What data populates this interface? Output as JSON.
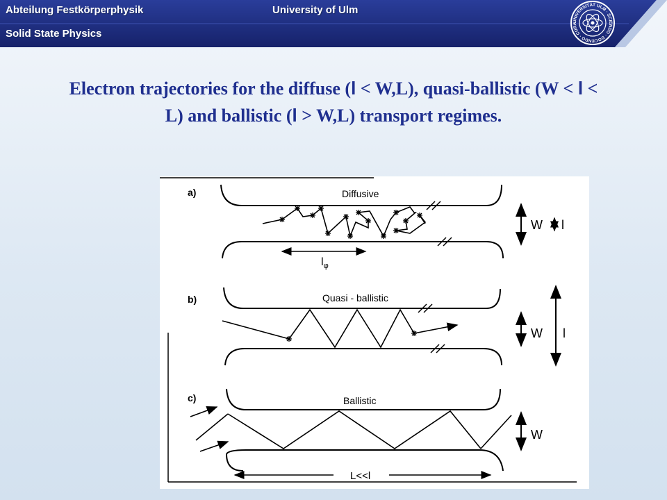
{
  "header": {
    "department": "Abteilung Festkörperphysik",
    "subdepartment": "Solid State Physics",
    "university": "University of Ulm",
    "logo_text": "UNIVERSITÄT ULM · SCIENDO · DOCENDO · CURANDO ·"
  },
  "title": {
    "part1": "Electron trajectories for the diffuse (",
    "ell1": "l",
    "part2": " < W,L), quasi-ballistic (W < ",
    "ell2": "l",
    "part3": " < L) and ballistic (",
    "ell3": "l",
    "part4": " > W,L) transport regimes."
  },
  "figure": {
    "panel_a": {
      "tag": "a)",
      "label": "Diffusive",
      "dim_w": "W",
      "dim_l": "l",
      "phase_length": "l",
      "phase_sub": "φ"
    },
    "panel_b": {
      "tag": "b)",
      "label": "Quasi - ballistic",
      "dim_w": "W",
      "dim_l": "l"
    },
    "panel_c": {
      "tag": "c)",
      "label": "Ballistic",
      "dim_w": "W",
      "length": "L<<l"
    }
  },
  "colors": {
    "header_dark": "#1b2a7a",
    "title": "#1f2f8f",
    "background": "#dbe6f2"
  }
}
